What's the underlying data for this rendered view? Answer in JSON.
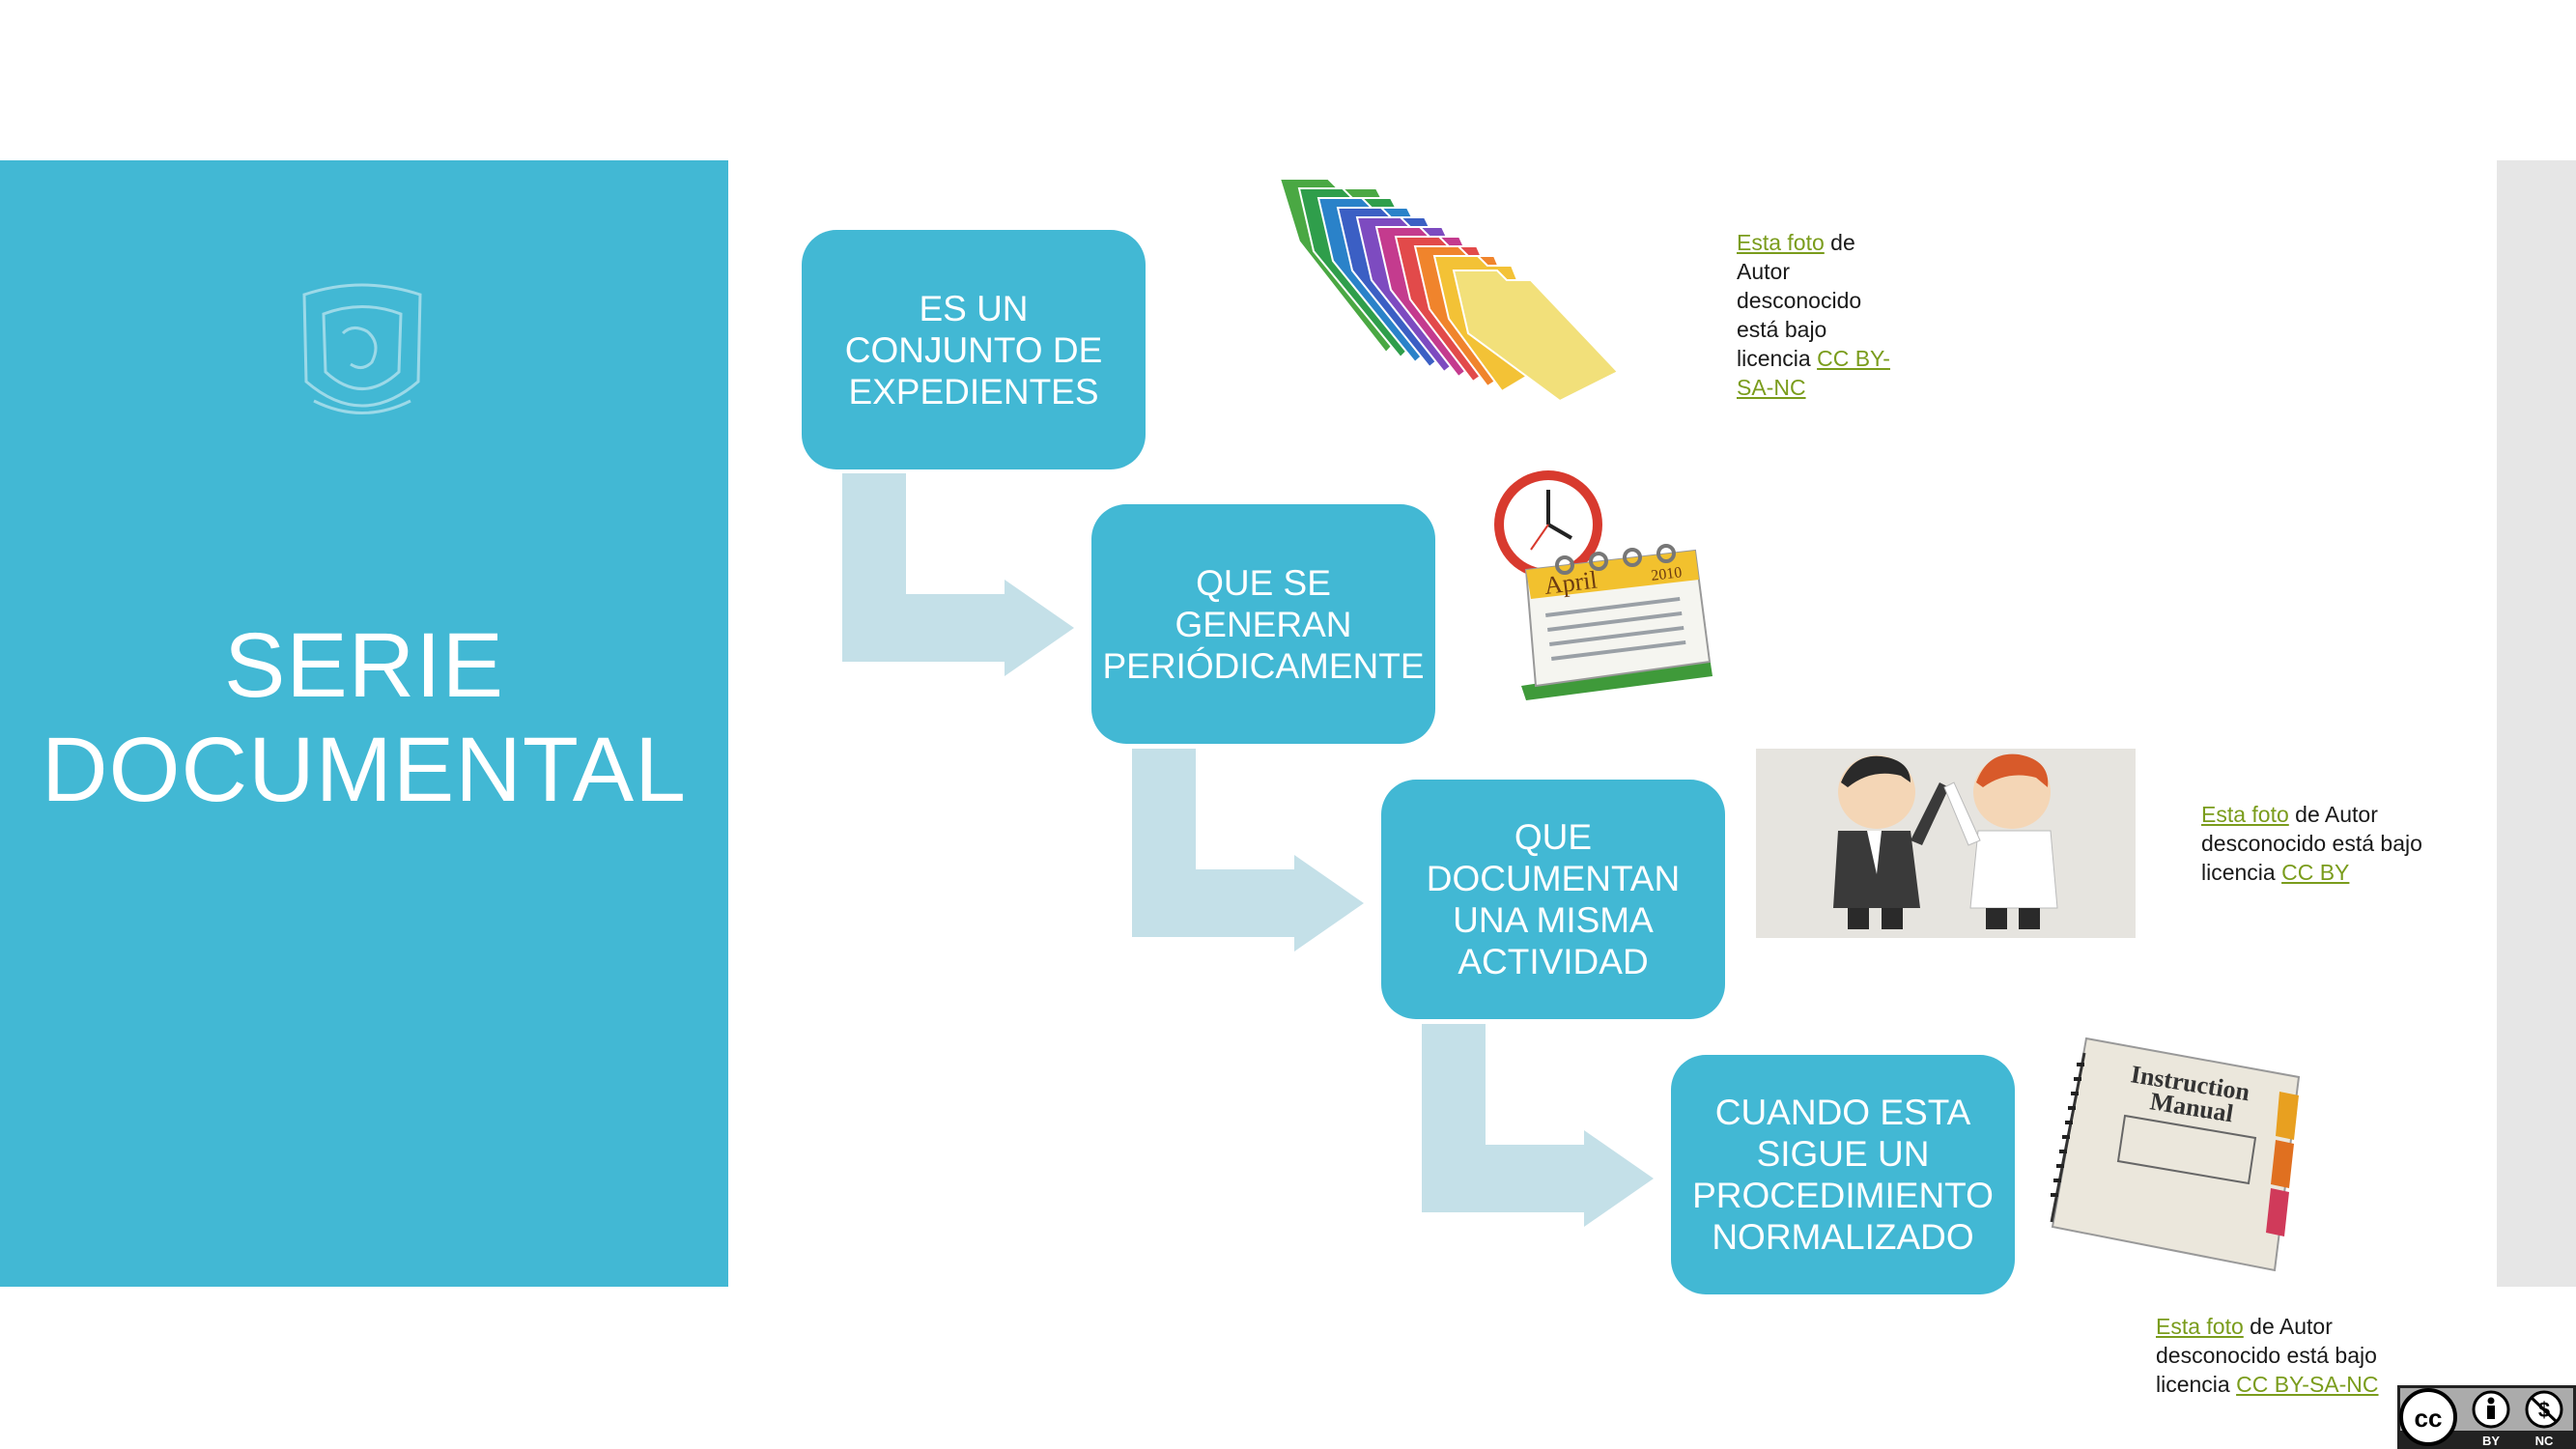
{
  "slide": {
    "title_line1": "SERIE",
    "title_line2": "DOCUMENTAL"
  },
  "steps": [
    {
      "label": "ES UN CONJUNTO DE EXPEDIENTES"
    },
    {
      "label": "QUE SE GENERAN PERIÓDICAMENTE"
    },
    {
      "label": "QUE DOCUMENTAN UNA MISMA ACTIVIDAD"
    },
    {
      "label": "CUANDO ESTA SIGUE UN PROCEDIMIENTO NORMALIZADO"
    }
  ],
  "credits": [
    {
      "link1": "Esta foto",
      "text1": " de Autor desconocido está bajo licencia ",
      "link2": "CC BY-SA-NC"
    },
    {
      "link1": "Esta foto",
      "text1": " de Autor desconocido está bajo licencia ",
      "link2": "CC BY"
    },
    {
      "link1": "Esta foto",
      "text1": " de Autor desconocido está bajo licencia ",
      "link2": "CC BY-SA-NC"
    }
  ],
  "images": {
    "calendar_month": "April",
    "calendar_year": "2010",
    "manual_title_line1": "Instruction",
    "manual_title_line2": "Manual"
  },
  "license_badge": {
    "by": "BY",
    "nc": "NC"
  },
  "colors": {
    "accent": "#42b8d4",
    "arrow": "#c4e0e8",
    "link": "#7a9c1c",
    "side_band": "#e6e6e6"
  }
}
